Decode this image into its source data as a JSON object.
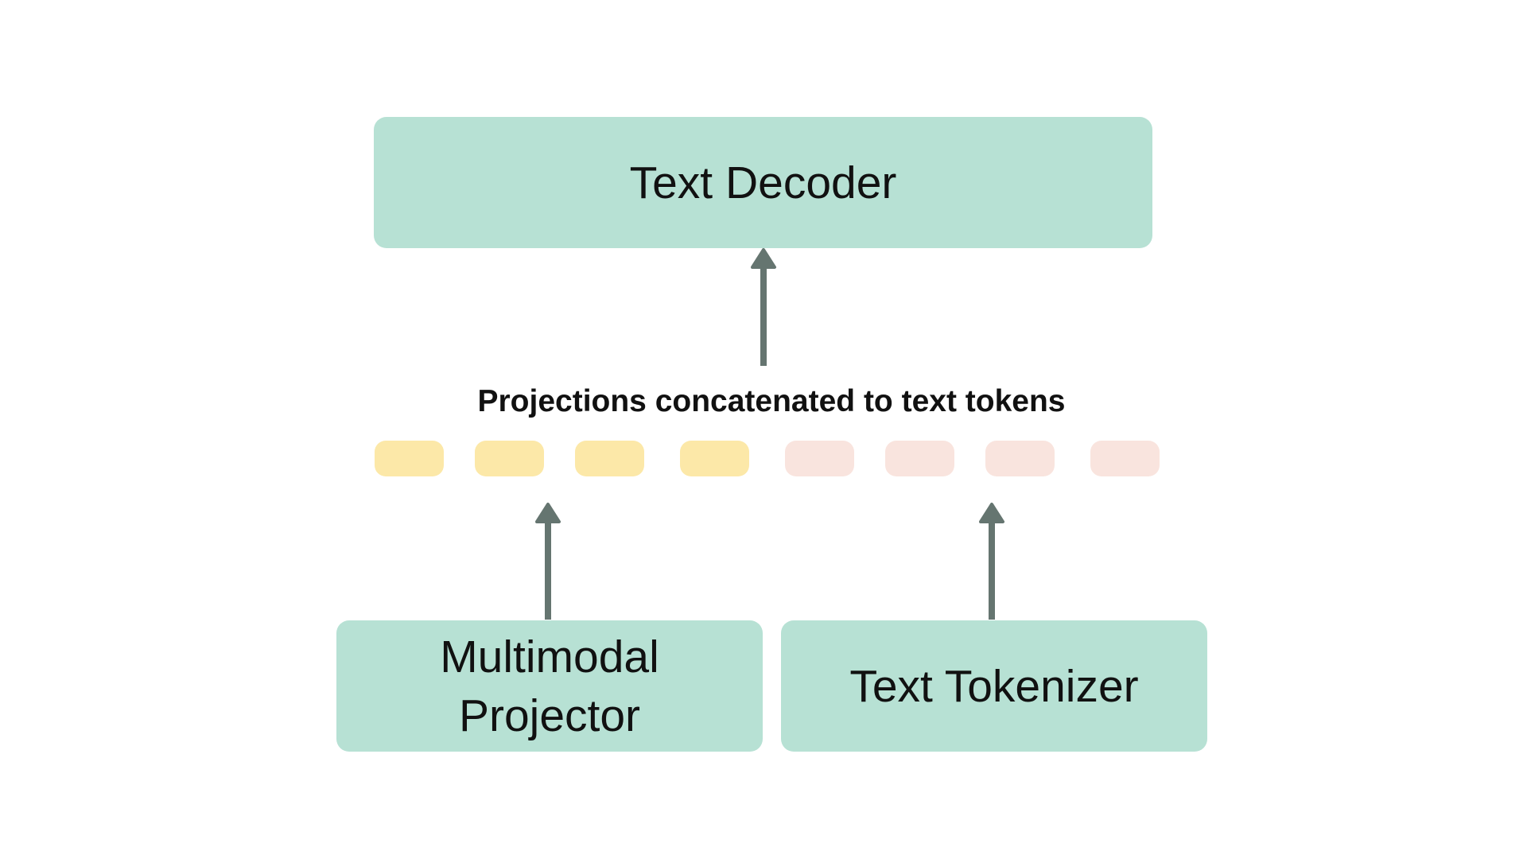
{
  "diagram": {
    "decoder_label": "Text Decoder",
    "caption": "Projections concatenated to text tokens",
    "projector_label": "Multimodal\nProjector",
    "tokenizer_label": "Text Tokenizer",
    "tokens": {
      "image_token_count": 4,
      "text_token_count": 4
    }
  },
  "colors": {
    "box_fill": "#b7e1d4",
    "image_token": "#fce8a8",
    "text_token": "#f9e4de",
    "arrow": "#657570",
    "text": "#111111",
    "background": "#ffffff"
  }
}
